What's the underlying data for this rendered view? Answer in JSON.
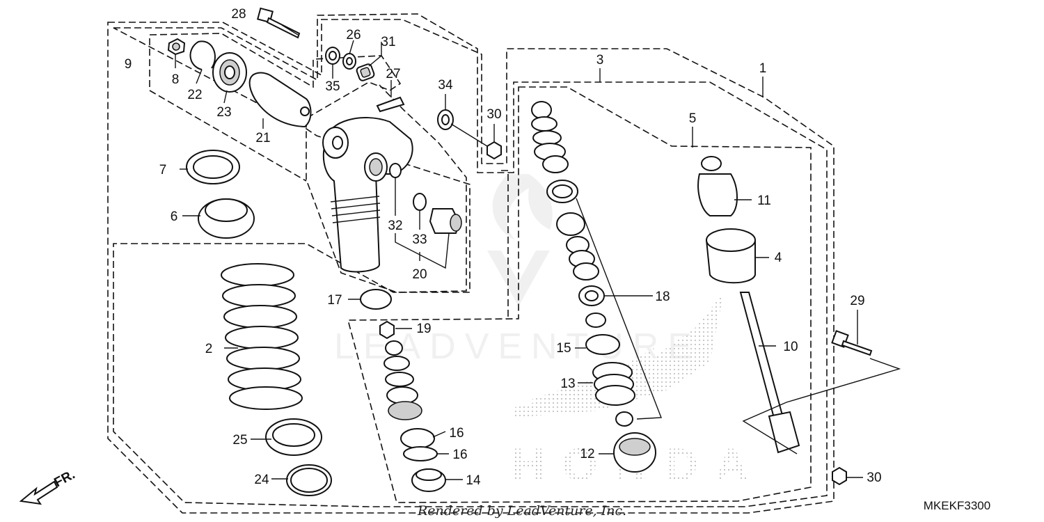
{
  "callouts": [
    "1",
    "2",
    "3",
    "4",
    "5",
    "6",
    "7",
    "8",
    "9",
    "10",
    "11",
    "12",
    "13",
    "14",
    "15",
    "16",
    "16",
    "17",
    "18",
    "19",
    "20",
    "21",
    "22",
    "23",
    "24",
    "25",
    "26",
    "27",
    "28",
    "29",
    "30",
    "30",
    "31",
    "32",
    "33",
    "34",
    "35"
  ],
  "diagram_code": "MKEKF3300",
  "rendered_by": "Rendered by LeadVenture, Inc.",
  "front_marker": "FR.",
  "watermark_text": "LEADVENTURE",
  "brand_logo": "HONDA"
}
